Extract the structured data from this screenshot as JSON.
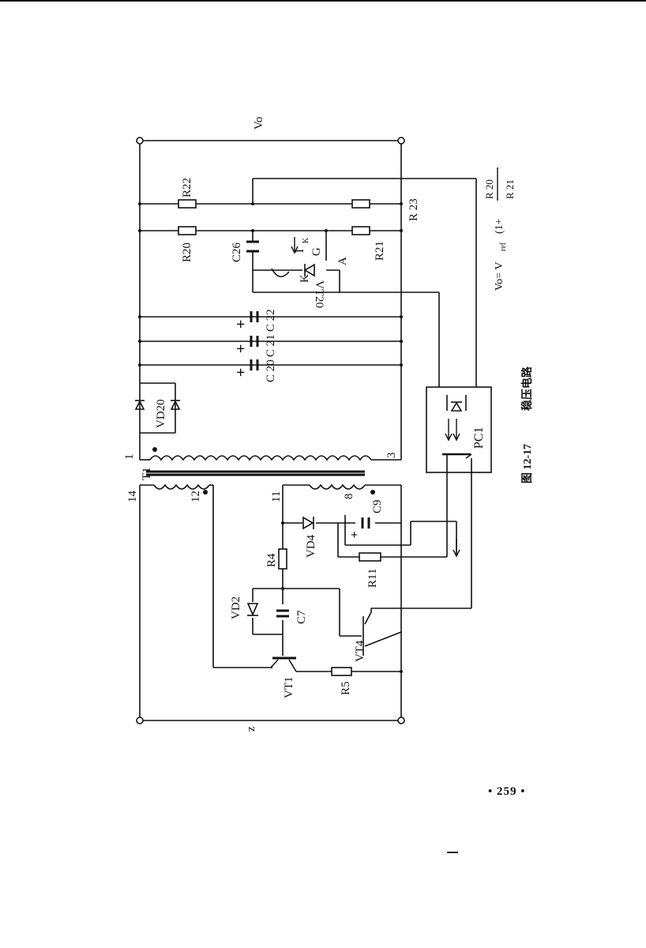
{
  "figure": {
    "number": "图 12-17",
    "title": "稳压电路",
    "equation": {
      "lhs": "Vo= V",
      "sub": "ref",
      "mid": "(1+",
      "num": "R 20",
      "den": "R 21"
    }
  },
  "labels": {
    "vo": "Vo",
    "z": "z",
    "r22": "R22",
    "r23": "R 23",
    "r20": "R20",
    "r21": "R21",
    "c26": "C26",
    "ik": "I",
    "ik_sub": "K",
    "g": "G",
    "k": "K",
    "a": "A",
    "vt20": "VT20",
    "c22": "C 22",
    "c21": "C 21",
    "c20": "C 20",
    "plus": "+",
    "vd20": "VD20",
    "pc1": "PC1",
    "t1": "T1",
    "n1": "1",
    "n3": "3",
    "n14": "14",
    "n12": "12",
    "n11": "11",
    "n8": "8",
    "c9": "C9",
    "vd4": "VD4",
    "r4": "R4",
    "r11": "R11",
    "vd2": "VD2",
    "c7": "C7",
    "vt4": "VT4",
    "vt1": "VT1",
    "r5": "R5"
  },
  "page_number": "• 259 •"
}
